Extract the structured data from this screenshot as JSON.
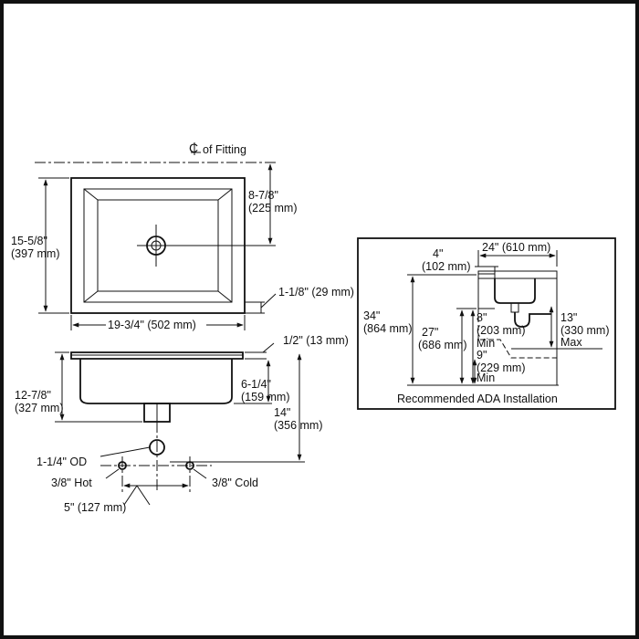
{
  "top_view": {
    "centerline_label": "of Fitting",
    "width": "19-3/4\" (502 mm)",
    "depth": "15-5/8\"",
    "depth_mm": "(397 mm)",
    "drain_offset": "8-7/8\"",
    "drain_offset_mm": "(225 mm)",
    "rim_offset": "1-1/8\" (29 mm)"
  },
  "side_view": {
    "rim_thickness": "1/2\" (13 mm)",
    "bowl_height": "12-7/8\"",
    "bowl_height_mm": "(327 mm)",
    "bowl_depth": "6-1/4\"",
    "bowl_depth_mm": "(159 mm)",
    "overall_height": "14\"",
    "overall_height_mm": "(356 mm)"
  },
  "supply": {
    "drain_od": "1-1/4\" OD",
    "hot": "3/8\" Hot",
    "cold": "3/8\" Cold",
    "spacing": "5\" (127 mm)"
  },
  "ada": {
    "caption": "Recommended ADA Installation",
    "counter_width": "24\" (610 mm)",
    "setback": "4\"",
    "setback_mm": "(102 mm)",
    "counter_height": "34\"",
    "counter_height_mm": "(864 mm)",
    "knee_height": "27\"",
    "knee_height_mm": "(686 mm)",
    "toe_height_a": "8\"",
    "toe_height_a_mm": "(203 mm)",
    "toe_height_a_note": "Min",
    "toe_height_b": "9\"",
    "toe_height_b_mm": "(229 mm)",
    "toe_height_b_note": "Min",
    "depth_max": "13\"",
    "depth_max_mm": "(330 mm)",
    "depth_max_note": "Max"
  }
}
